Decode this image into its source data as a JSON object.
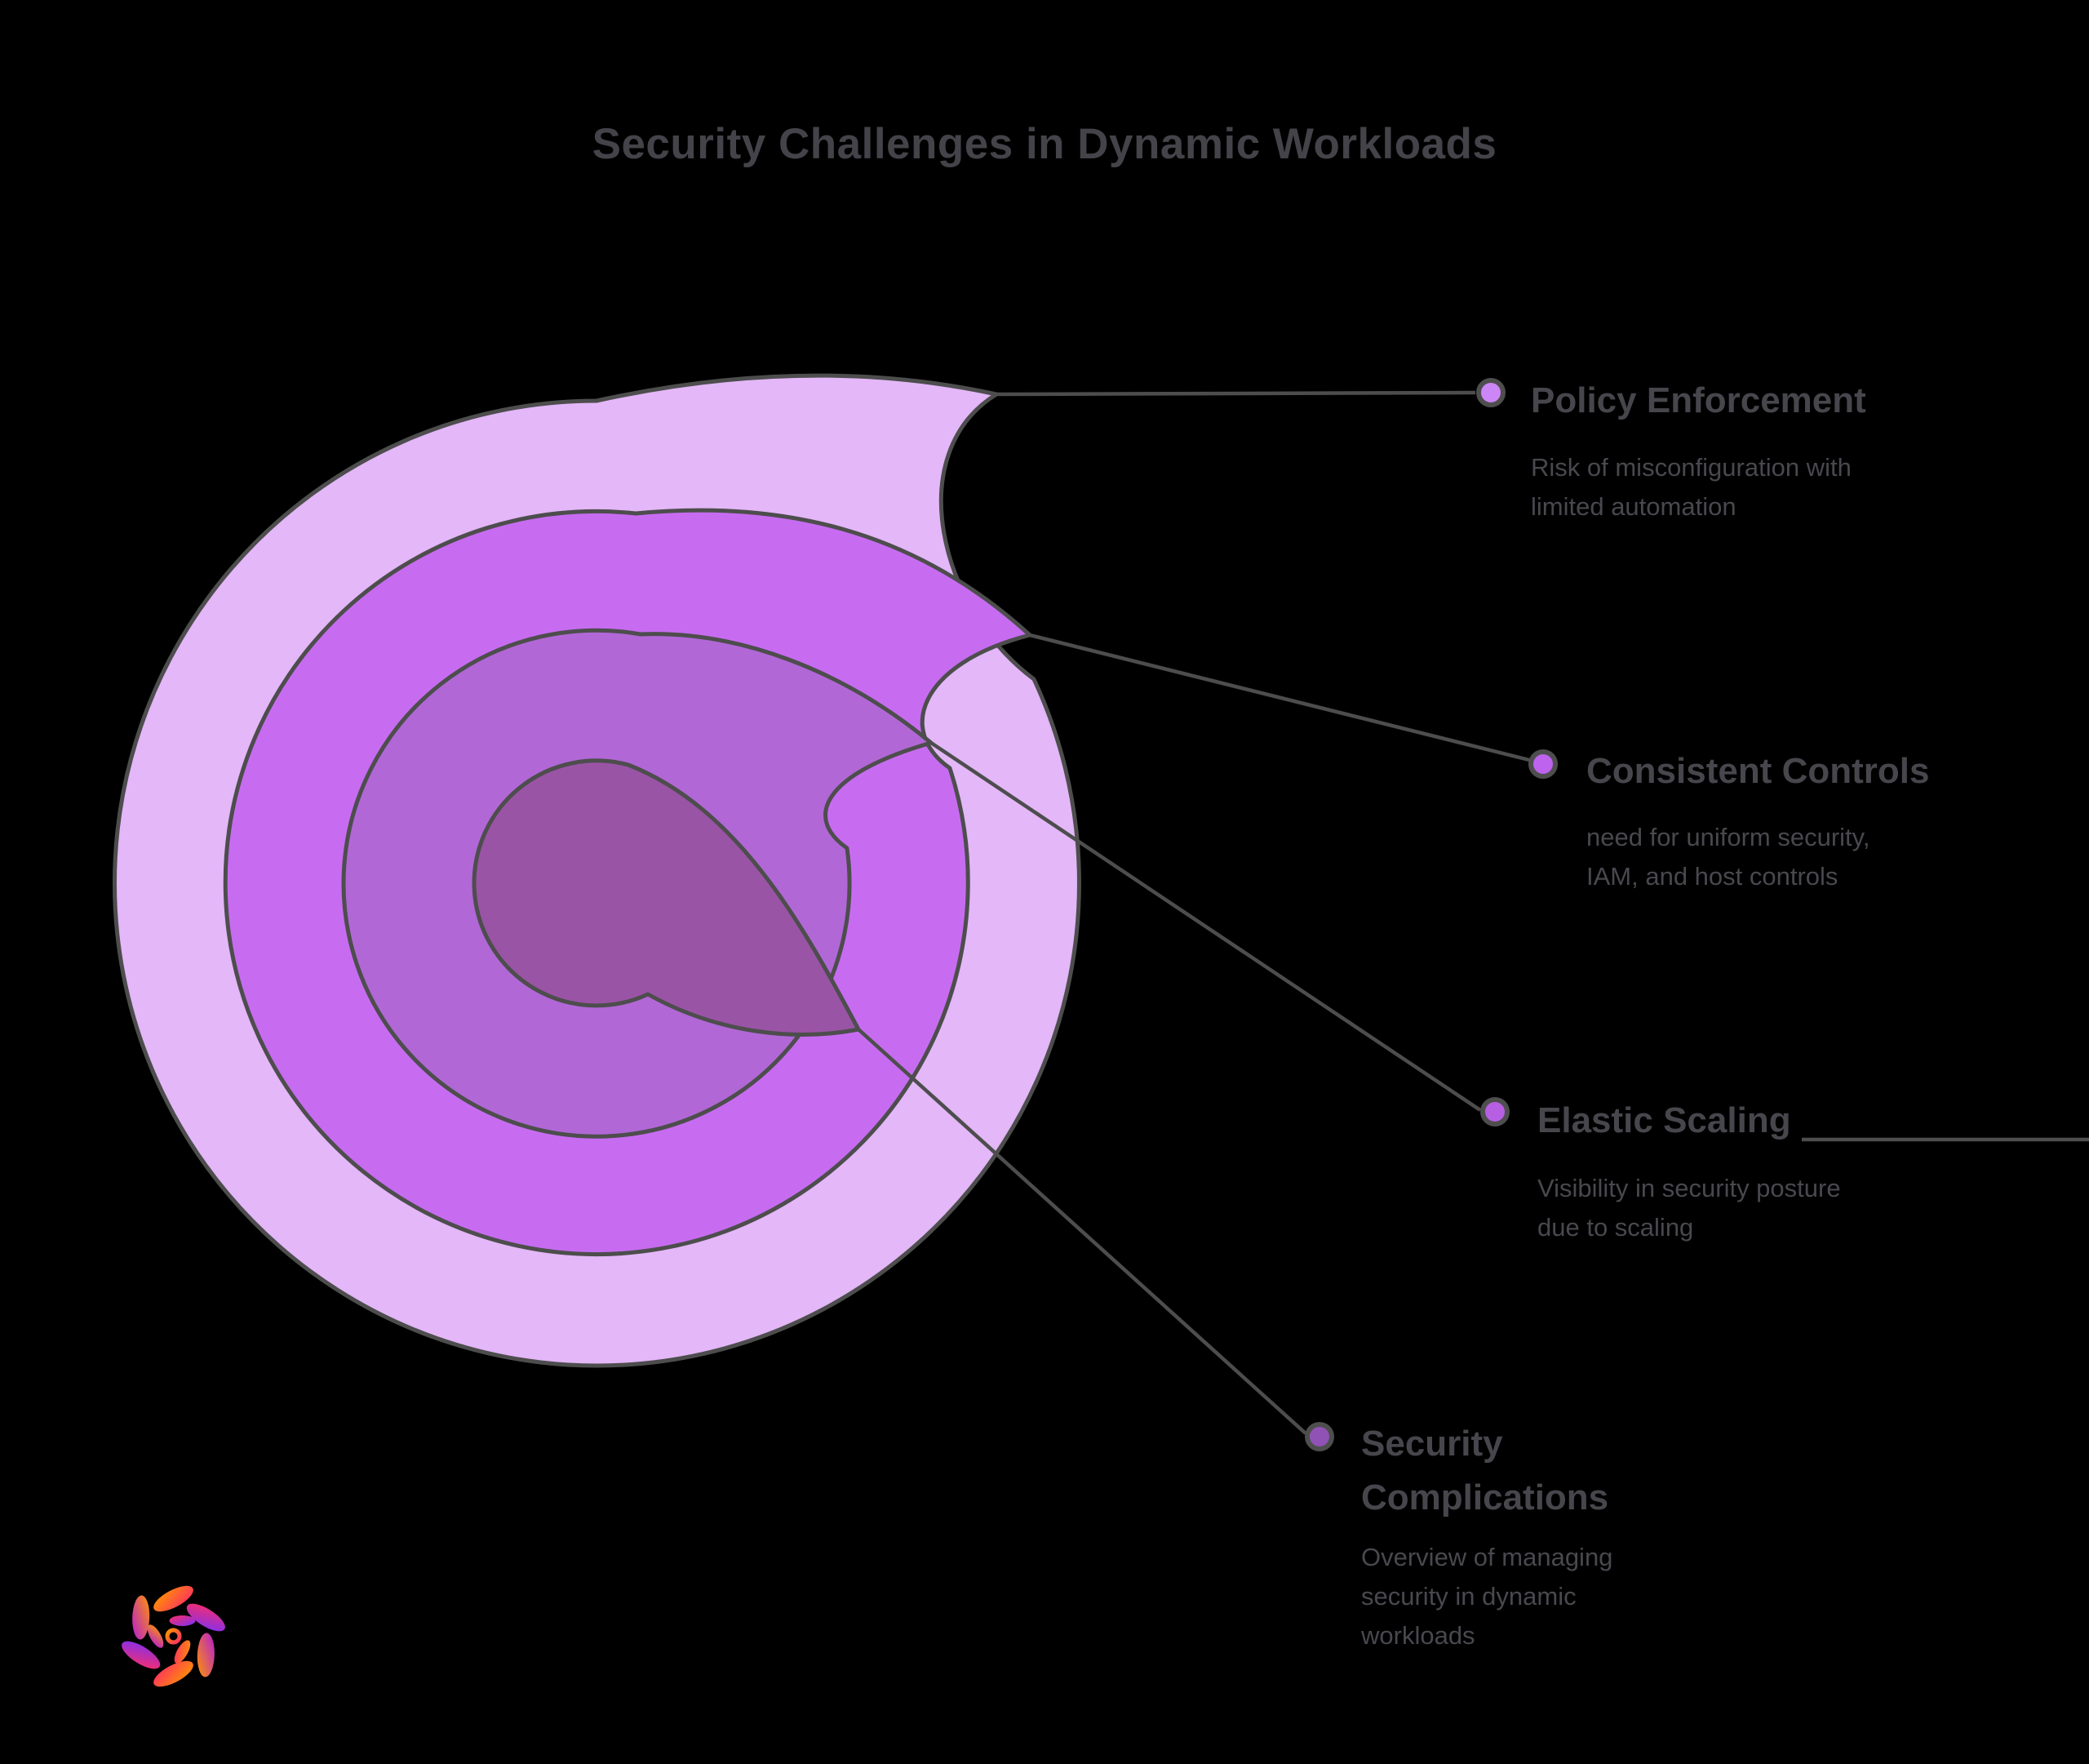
{
  "title": "Security Challenges in Dynamic Workloads",
  "colors": {
    "background": "#000000",
    "outline": "#4d4d4d",
    "connector": "#4d4d4d",
    "heading_text": "#46464c",
    "description_text": "#48484e"
  },
  "diagram": {
    "type": "onion-spiral",
    "layers": [
      {
        "name": "outer-layer",
        "color": "#e3b7f8"
      },
      {
        "name": "second-layer",
        "color": "#c76cf1"
      },
      {
        "name": "third-layer",
        "color": "#b168d6"
      },
      {
        "name": "core-layer",
        "color": "#9a54a6"
      }
    ]
  },
  "bullets": [
    {
      "label_lines": [
        "Policy Enforcement"
      ],
      "desc_lines": [
        "Risk of misconfiguration with",
        "limited automation"
      ],
      "dot_color": "#cd86f6"
    },
    {
      "label_lines": [
        "Consistent Controls"
      ],
      "desc_lines": [
        "need for uniform security,",
        "IAM, and host controls"
      ],
      "dot_color": "#bd63ee"
    },
    {
      "label_lines": [
        "Elastic Scaling"
      ],
      "desc_lines": [
        "Visibility in security posture",
        "due to scaling"
      ],
      "dot_color": "#b75fe2"
    },
    {
      "label_lines": [
        "Security",
        "Complications"
      ],
      "desc_lines": [
        "Overview of managing",
        "security in dynamic",
        "workloads"
      ],
      "dot_color": "#9152b5"
    }
  ],
  "logo": {
    "name": "brand-logo-swirl",
    "colors": [
      "#ff9500",
      "#ff2e63",
      "#b51bd8",
      "#7b2ff7"
    ]
  }
}
